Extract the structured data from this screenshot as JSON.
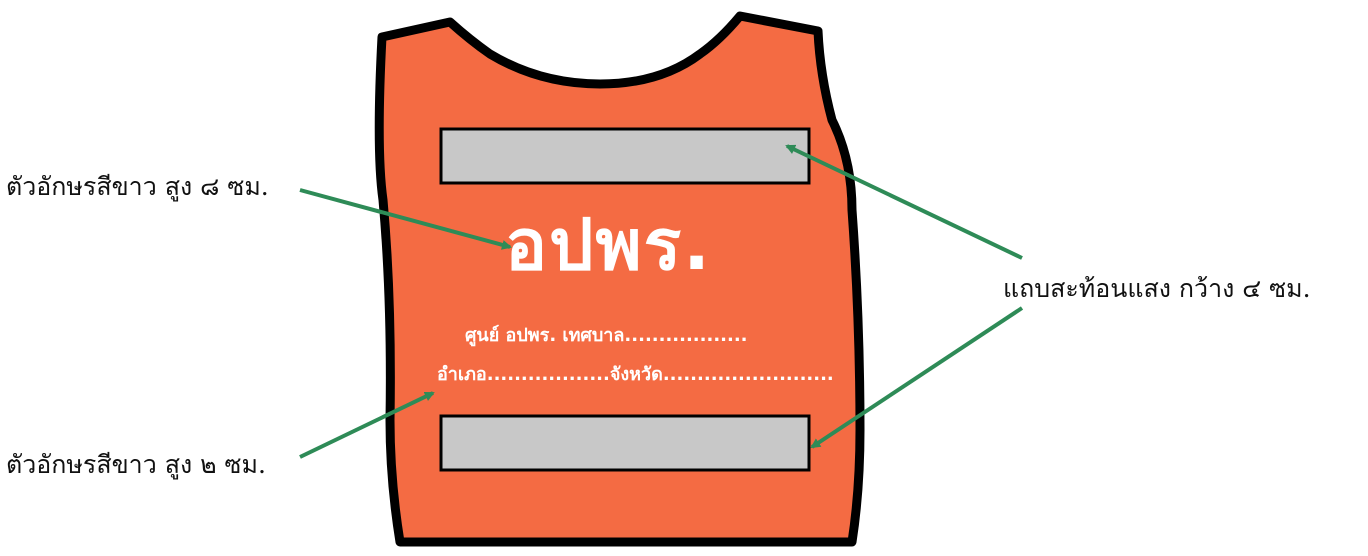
{
  "annotations": {
    "top_left": "ตัวอักษรสีขาว สูง ๘ ซม.",
    "bottom_left": "ตัวอักษรสีขาว สูง ๒ ซม.",
    "right": "แถบสะท้อนแสง กว้าง ๔ ซม."
  },
  "vest": {
    "big_text": "อปพร.",
    "line_1": "ศูนย์ อปพร. เทศบาล..................",
    "line_2": "อำเภอ..................จังหวัด.........................",
    "colors": {
      "body": "#F46B43",
      "outline": "#000000",
      "reflective_strip": "#C8C8C8",
      "text": "#FFFFFF"
    }
  },
  "arrow_color": "#2E8B57"
}
